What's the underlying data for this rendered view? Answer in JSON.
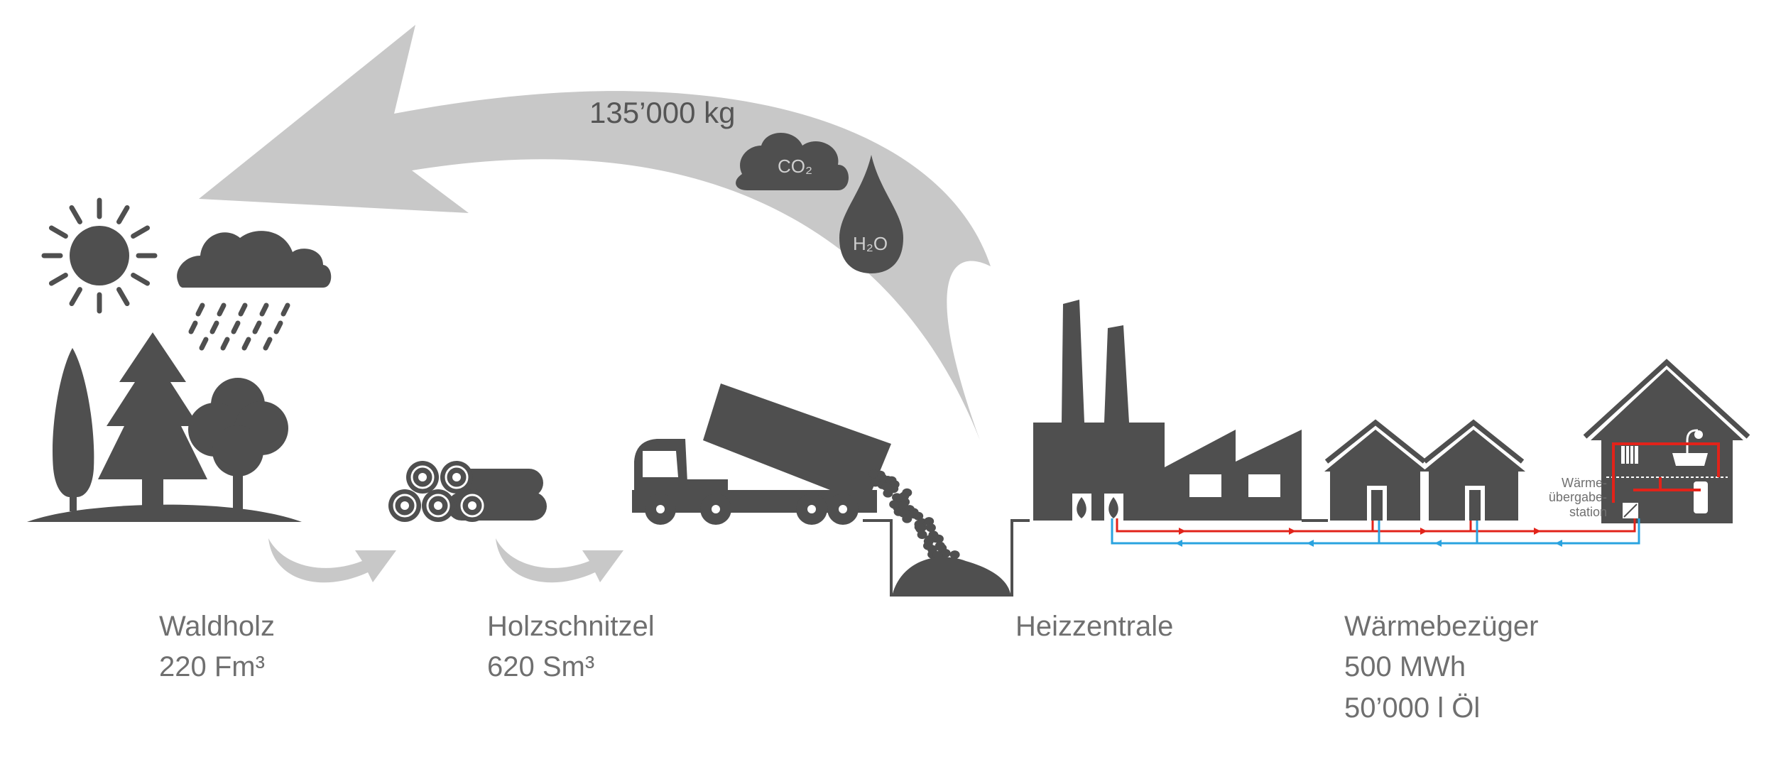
{
  "colors": {
    "icon": "#4f4f4f",
    "arrow": "#c8c8c8",
    "label": "#6f6f6f",
    "supply": "#e2231a",
    "return": "#2aa3df"
  },
  "cycle": {
    "co2_amount": "135’000 kg",
    "co2_label": "CO₂",
    "h2o_label": "H₂O"
  },
  "stages": [
    {
      "icon": "forest-icon",
      "title": "Waldholz",
      "value": "220 Fm³"
    },
    {
      "icon": "logs-icon",
      "title": "Holzschnitzel",
      "value": "620 Sm³"
    },
    {
      "icon": "factory-icon",
      "title": "Heizzentrale"
    },
    {
      "icon": "houses-icon",
      "title": "Wärmebezüger",
      "value": "500 MWh",
      "value2": "50’000 l Öl"
    }
  ],
  "station": {
    "line1": "Wärme-",
    "line2": "übergabe-",
    "line3": "station"
  },
  "icons": [
    "sun-icon",
    "rain-cloud-icon",
    "truck-icon",
    "chip-bunker-icon",
    "flame-icon",
    "radiator-icon",
    "bathtub-icon",
    "boiler-icon"
  ]
}
